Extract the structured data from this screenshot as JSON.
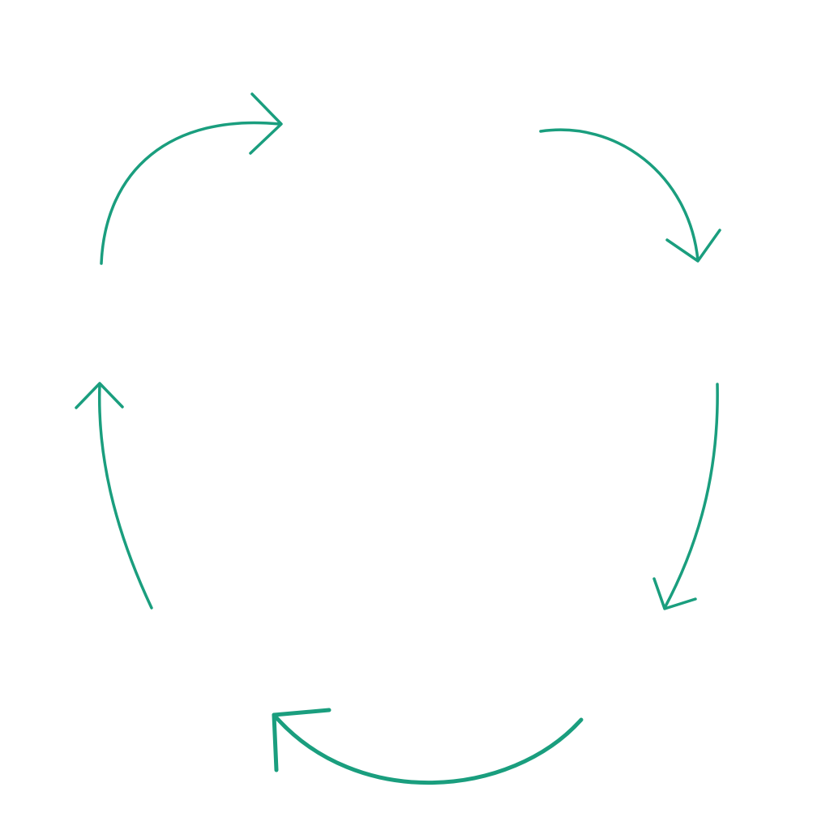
{
  "diagram": {
    "type": "cycle",
    "direction": "clockwise",
    "arrow_color": "#1a9e7e",
    "arrow_count": 5,
    "arrows": [
      {
        "id": "top-left",
        "icon": "curved-arrow-right-icon"
      },
      {
        "id": "top-right",
        "icon": "curved-arrow-down-icon"
      },
      {
        "id": "right",
        "icon": "curved-arrow-down-left-icon"
      },
      {
        "id": "bottom",
        "icon": "curved-arrow-left-icon"
      },
      {
        "id": "left",
        "icon": "curved-arrow-up-icon"
      }
    ]
  }
}
